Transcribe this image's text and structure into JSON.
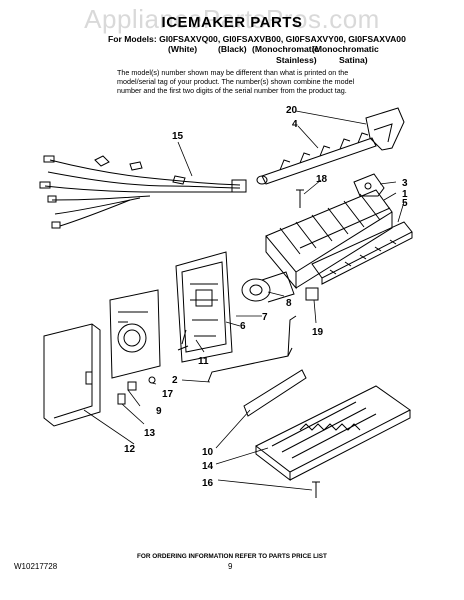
{
  "watermark": "AppliancePartsPros.com",
  "title": "ICEMAKER PARTS",
  "models_line": "For Models: GI0FSAXVQ00, GI0FSAXVB00, GI0FSAXVY00, GI0FSAXVA00",
  "columns": [
    "(White)",
    "(Black)",
    "(Monochromatic",
    "(Monochromatic",
    "Stainless)",
    "Satina)"
  ],
  "note": "The model(s) number shown may be different than what is printed on the model/serial tag of your product. The number(s) shown combine the model number and the first two digits of the serial number from the product tag.",
  "callouts": [
    "20",
    "4",
    "15",
    "18",
    "3",
    "1",
    "5",
    "8",
    "7",
    "6",
    "19",
    "11",
    "2",
    "9",
    "17",
    "13",
    "12",
    "10",
    "14",
    "16"
  ],
  "footer_note": "FOR ORDERING INFORMATION REFER TO PARTS PRICE LIST",
  "part_number": "W10217728",
  "page_number": "9"
}
